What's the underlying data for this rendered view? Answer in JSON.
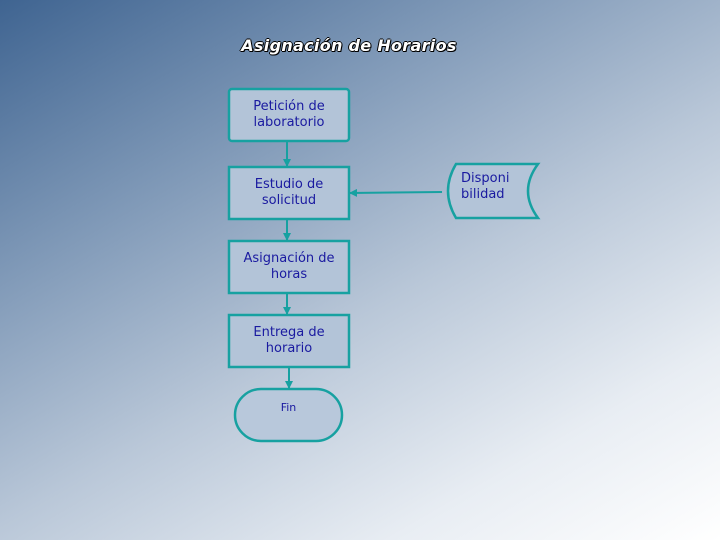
{
  "title": "Asignación de Horarios",
  "colors": {
    "stroke": "#17a1a1",
    "fill": "#b3c4d8",
    "text": "#1a1aa0"
  },
  "nodes": {
    "peticion": "Petición de\nlaboratorio",
    "estudio": "Estudio de\nsolicitud",
    "asignacion": "Asignación de\nhoras",
    "entrega": "Entrega de\nhorario",
    "fin": "Fin",
    "disponibilidad": "Disponi\nbilidad"
  }
}
